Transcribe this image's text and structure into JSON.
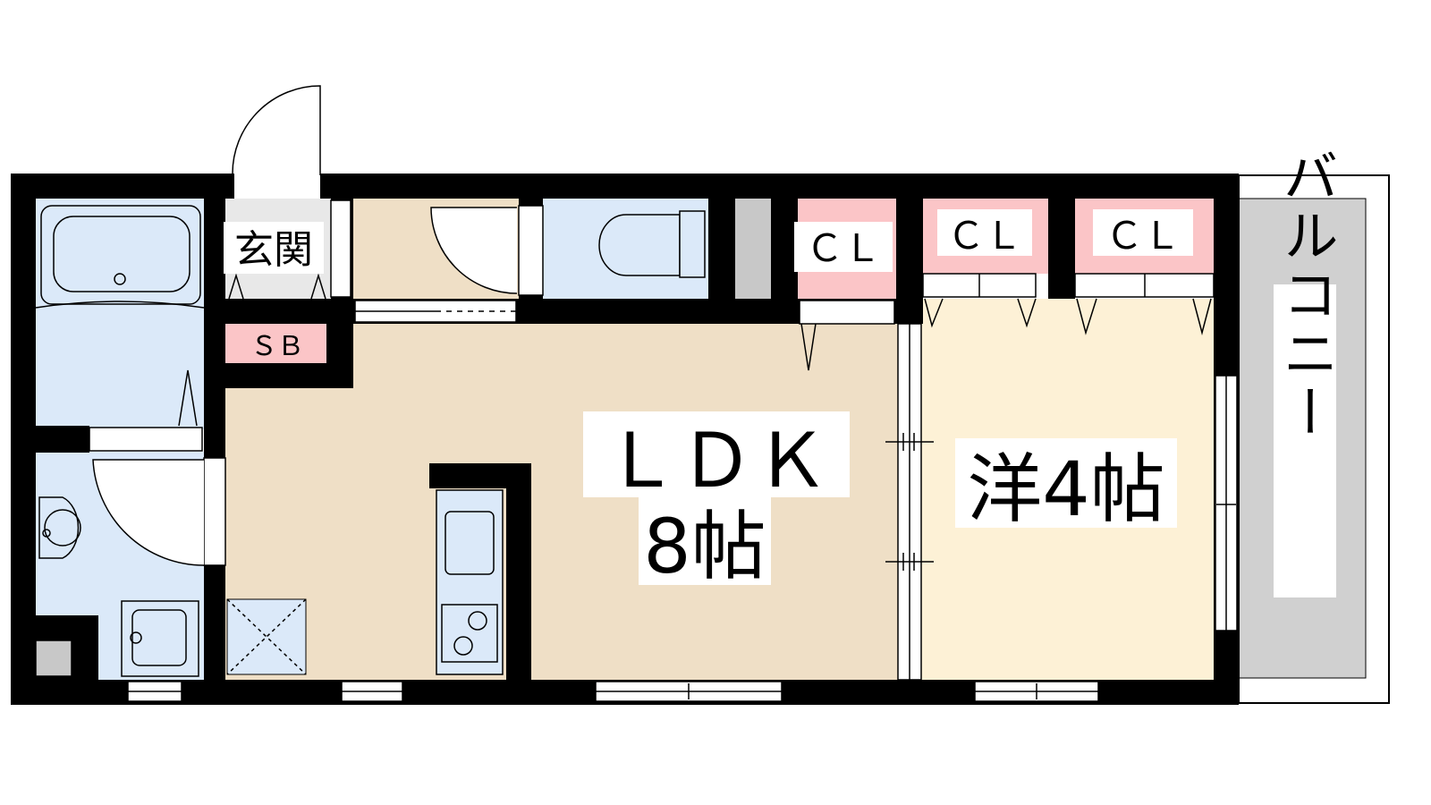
{
  "labels": {
    "entrance": "玄関",
    "shoe_box": "ＳＢ",
    "closet_1": "ＣＬ",
    "closet_2": "ＣＬ",
    "closet_3": "ＣＬ",
    "ldk": "ＬＤＫ",
    "ldk_size": "8帖",
    "western_room": "洋4帖",
    "balcony": "バルコニー"
  },
  "colors": {
    "wall": "#000000",
    "wet_area": "#dbe9f9",
    "ldk_floor": "#efdfc6",
    "western_floor": "#fdf1d6",
    "closet": "#fbc5c7",
    "balcony": "#d0d0d0",
    "storage": "#c8c8c8",
    "hallway_floor": "#efdfc6"
  }
}
